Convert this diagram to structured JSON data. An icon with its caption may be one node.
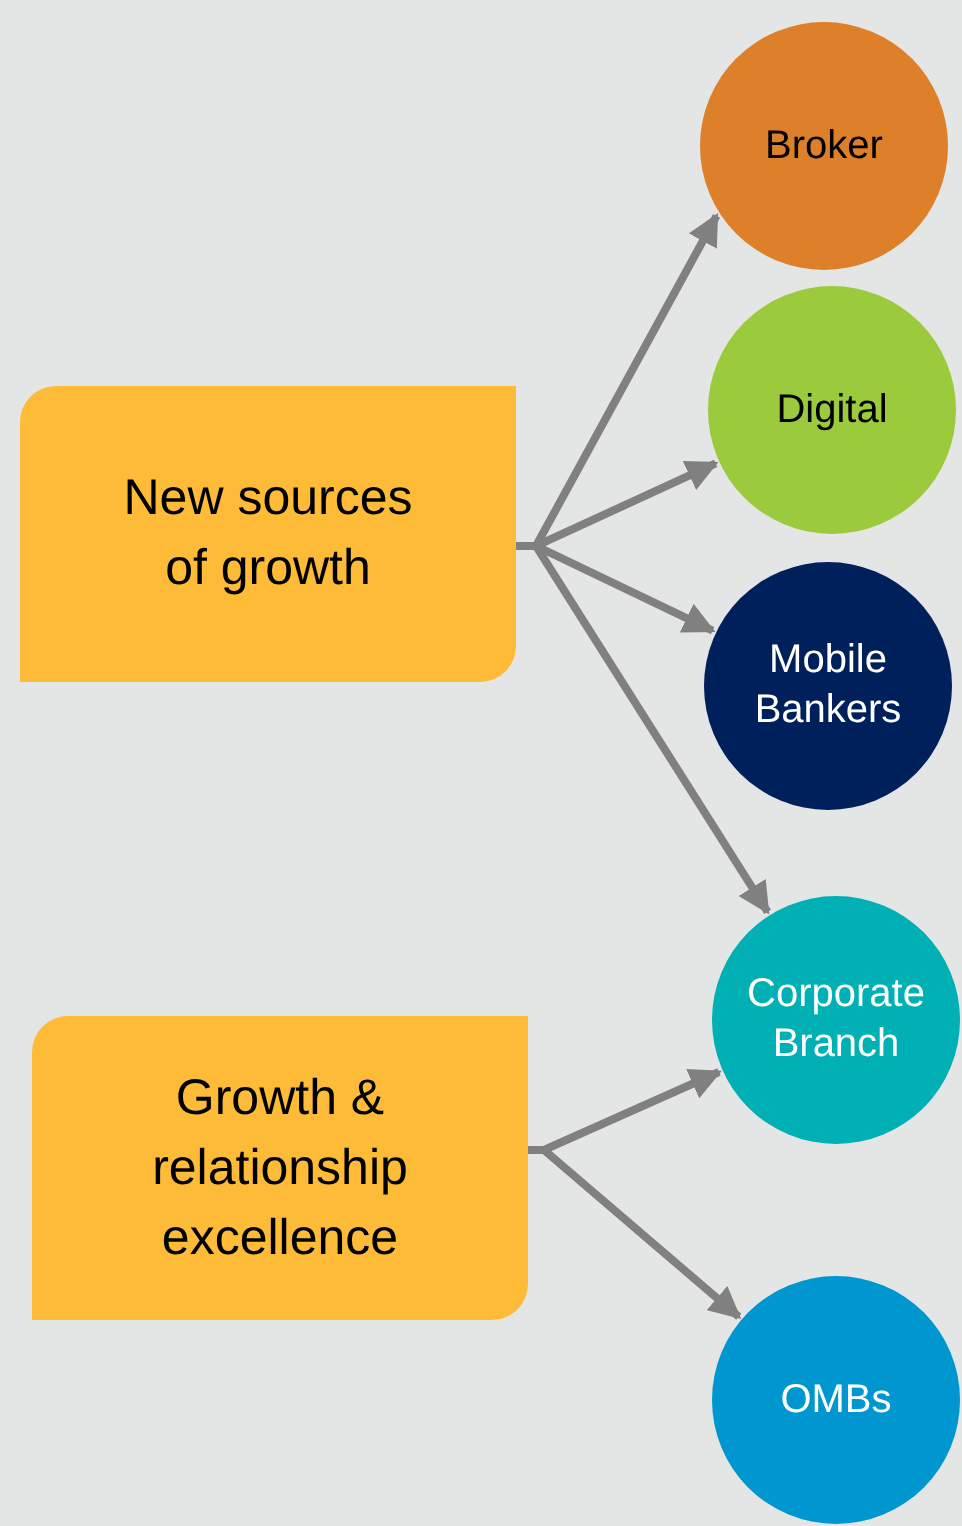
{
  "diagram": {
    "nodes": [
      {
        "text": [
          "New sources of growth"
        ]
      },
      {
        "text": [
          "Growth & relationship excellence"
        ]
      },
      {
        "text": [
          "Broker"
        ]
      },
      {
        "text": [
          "Digital"
        ]
      },
      {
        "text": [
          "Mobile Bankers"
        ]
      },
      {
        "text": [
          "Corporate Branch"
        ]
      },
      {
        "text": [
          "OMBs"
        ]
      }
    ],
    "edges": [
      {
        "from": 0,
        "to": 2,
        "arrow": "to"
      },
      {
        "from": 0,
        "to": 3,
        "arrow": "to"
      },
      {
        "from": 0,
        "to": 4,
        "arrow": "to"
      },
      {
        "from": 0,
        "to": 5,
        "arrow": "to"
      },
      {
        "from": 1,
        "to": 5,
        "arrow": "to"
      },
      {
        "from": 1,
        "to": 6,
        "arrow": "to"
      }
    ]
  }
}
